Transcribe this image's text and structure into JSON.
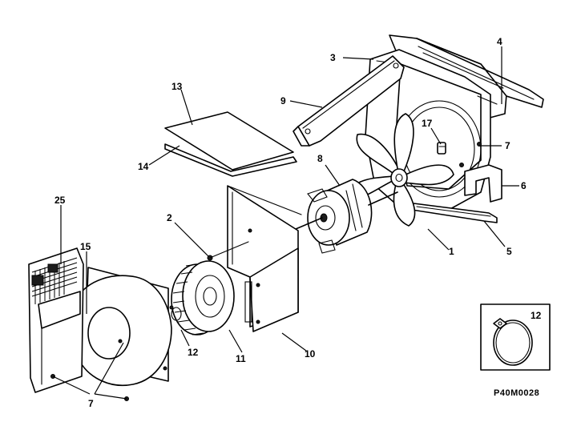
{
  "callouts": [
    {
      "id": "1",
      "text": "1"
    },
    {
      "id": "2",
      "text": "2"
    },
    {
      "id": "3",
      "text": "3"
    },
    {
      "id": "4",
      "text": "4"
    },
    {
      "id": "5",
      "text": "5"
    },
    {
      "id": "6",
      "text": "6"
    },
    {
      "id": "7a",
      "text": "7"
    },
    {
      "id": "7b",
      "text": "7"
    },
    {
      "id": "8",
      "text": "8"
    },
    {
      "id": "9",
      "text": "9"
    },
    {
      "id": "10",
      "text": "10"
    },
    {
      "id": "11",
      "text": "11"
    },
    {
      "id": "12a",
      "text": "12"
    },
    {
      "id": "12b",
      "text": "12"
    },
    {
      "id": "13",
      "text": "13"
    },
    {
      "id": "14",
      "text": "14"
    },
    {
      "id": "15",
      "text": "15"
    },
    {
      "id": "17",
      "text": "17"
    },
    {
      "id": "25",
      "text": "25"
    }
  ],
  "diagram_code": "P40M0028"
}
